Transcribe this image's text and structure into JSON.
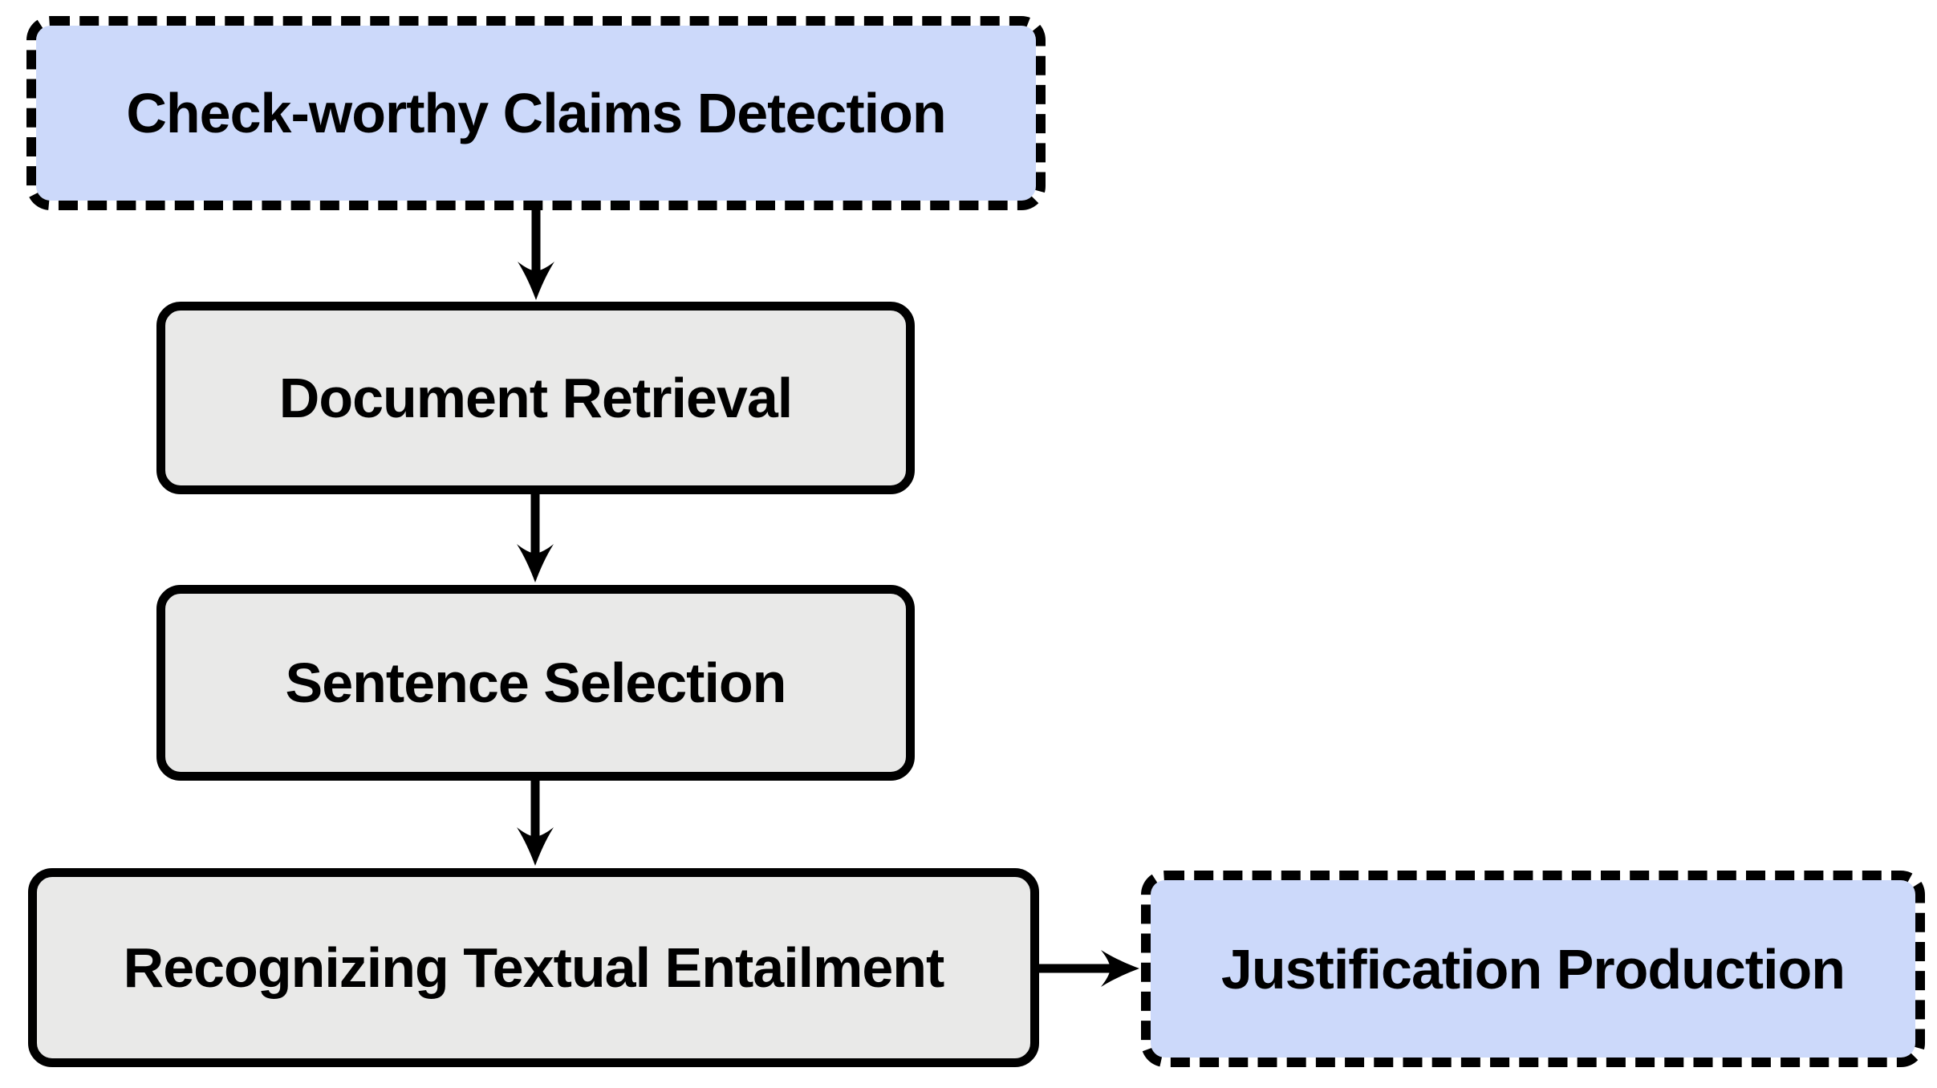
{
  "diagram": {
    "type": "flowchart",
    "nodes": [
      {
        "id": "check-worthy-claims-detection",
        "label": "Check-worthy Claims Detection",
        "shape": "rounded-rect",
        "border_style": "dashed",
        "fill": "#ccd9fa"
      },
      {
        "id": "document-retrieval",
        "label": "Document Retrieval",
        "shape": "rounded-rect",
        "border_style": "solid",
        "fill": "#e9e9e8"
      },
      {
        "id": "sentence-selection",
        "label": "Sentence Selection",
        "shape": "rounded-rect",
        "border_style": "solid",
        "fill": "#e9e9e8"
      },
      {
        "id": "recognizing-textual-entailment",
        "label": "Recognizing Textual Entailment",
        "shape": "rounded-rect",
        "border_style": "solid",
        "fill": "#e9e9e8"
      },
      {
        "id": "justification-production",
        "label": "Justification Production",
        "shape": "rounded-rect",
        "border_style": "dashed",
        "fill": "#ccd9fa"
      }
    ],
    "edges": [
      {
        "from": "check-worthy-claims-detection",
        "to": "document-retrieval",
        "direction": "down"
      },
      {
        "from": "document-retrieval",
        "to": "sentence-selection",
        "direction": "down"
      },
      {
        "from": "sentence-selection",
        "to": "recognizing-textual-entailment",
        "direction": "down"
      },
      {
        "from": "recognizing-textual-entailment",
        "to": "justification-production",
        "direction": "right"
      }
    ],
    "colors": {
      "aux_node_fill": "#ccd9fa",
      "core_node_fill": "#e9e9e8",
      "stroke": "#000000",
      "background": "#ffffff"
    }
  }
}
